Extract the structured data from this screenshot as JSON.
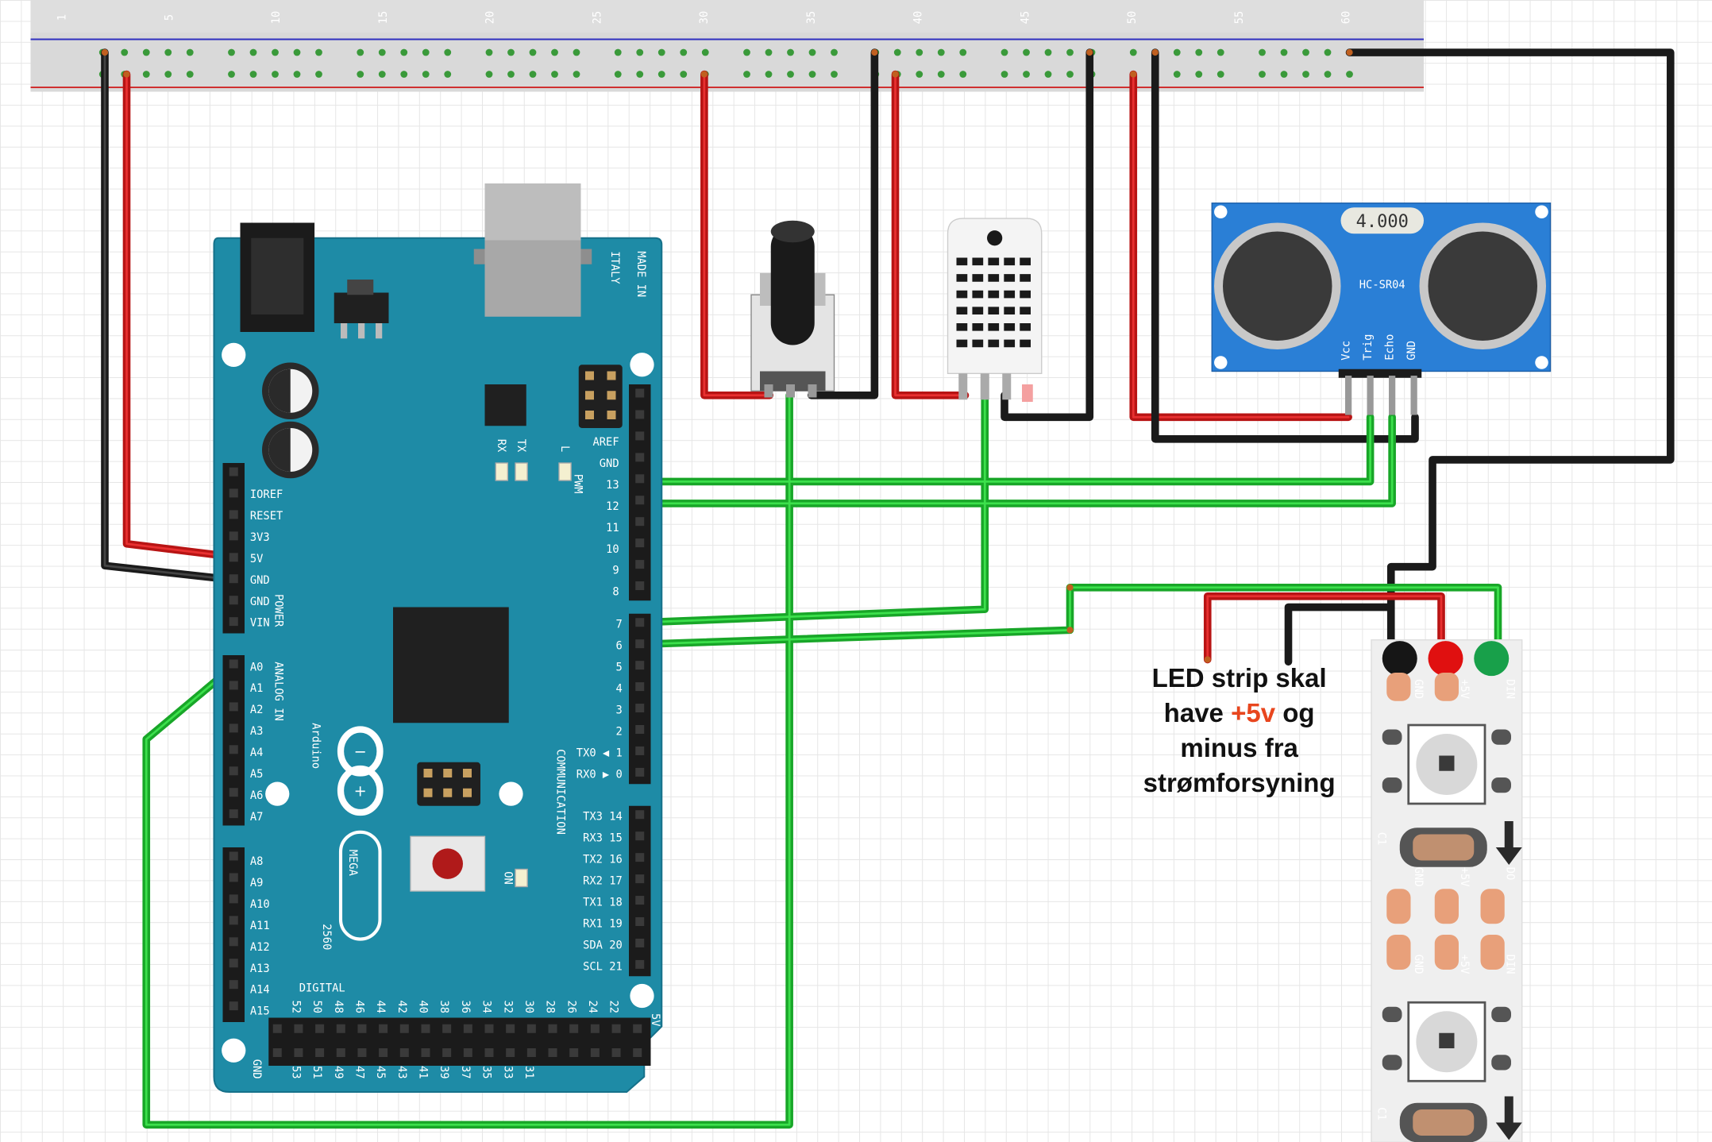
{
  "colors": {
    "board": "#1e8ba6",
    "wire_red": "#d01818",
    "wire_black": "#1a1a1a",
    "wire_green": "#22c232",
    "sonar_board": "#2a7fd6",
    "accent": "#e8461e"
  },
  "breadboard": {
    "column_numbers": [
      "1",
      "5",
      "10",
      "15",
      "20",
      "25",
      "30",
      "35",
      "40",
      "45",
      "50",
      "55",
      "60"
    ]
  },
  "arduino": {
    "brand": "Arduino",
    "model": "MEGA",
    "model_number": "2560",
    "made_in": [
      "MADE IN",
      "ITALY"
    ],
    "leds": [
      "RX",
      "TX",
      "L"
    ],
    "on_label": "ON",
    "pwm_label": "PWM",
    "communication_label": "COMMUNICATION",
    "digital_label": "DIGITAL",
    "power_label": "POWER",
    "analog_label": "ANALOG IN",
    "power_pins": [
      "IOREF",
      "RESET",
      "3V3",
      "5V",
      "GND",
      "GND",
      "VIN"
    ],
    "analog_pins_a": [
      "A0",
      "A1",
      "A2",
      "A3",
      "A4",
      "A5",
      "A6",
      "A7"
    ],
    "analog_pins_b": [
      "A8",
      "A9",
      "A10",
      "A11",
      "A12",
      "A13",
      "A14",
      "A15"
    ],
    "top_header": [
      "AREF",
      "GND",
      "13",
      "12",
      "11",
      "10",
      "9",
      "8"
    ],
    "pwm_header": [
      "7",
      "6",
      "5",
      "4",
      "3",
      "2",
      "TX0 ◀ 1",
      "RX0 ▶ 0"
    ],
    "comm_header": [
      "TX3 14",
      "RX3 15",
      "TX2 16",
      "RX2 17",
      "TX1 18",
      "RX1 19",
      "SDA 20",
      "SCL 21"
    ],
    "digital_top": [
      "52",
      "50",
      "48",
      "46",
      "44",
      "42",
      "40",
      "38",
      "36",
      "34",
      "32",
      "30",
      "28",
      "26",
      "24",
      "22"
    ],
    "digital_bottom": [
      "53",
      "51",
      "49",
      "47",
      "45",
      "43",
      "41",
      "39",
      "37",
      "35",
      "33",
      "31"
    ],
    "header_end_top": "5V",
    "header_end_bottom": "GND"
  },
  "ultrasonic": {
    "crystal": "4.000",
    "model": "HC-SR04",
    "pins": [
      "Vcc",
      "Trig",
      "Echo",
      "GND"
    ]
  },
  "led_strip": {
    "pads_top": [
      "GND",
      "+5V",
      "DIN"
    ],
    "pads_mid": [
      "GND",
      "+5V",
      "DO"
    ],
    "pads_lower": [
      "GND",
      "+5V",
      "DIN"
    ],
    "cap_label": "C1"
  },
  "note": {
    "line1": "LED strip skal",
    "line2_before": "have ",
    "line2_accent": "+5v",
    "line2_after": " og",
    "line3": "minus fra",
    "line4": "strømforsyning"
  }
}
